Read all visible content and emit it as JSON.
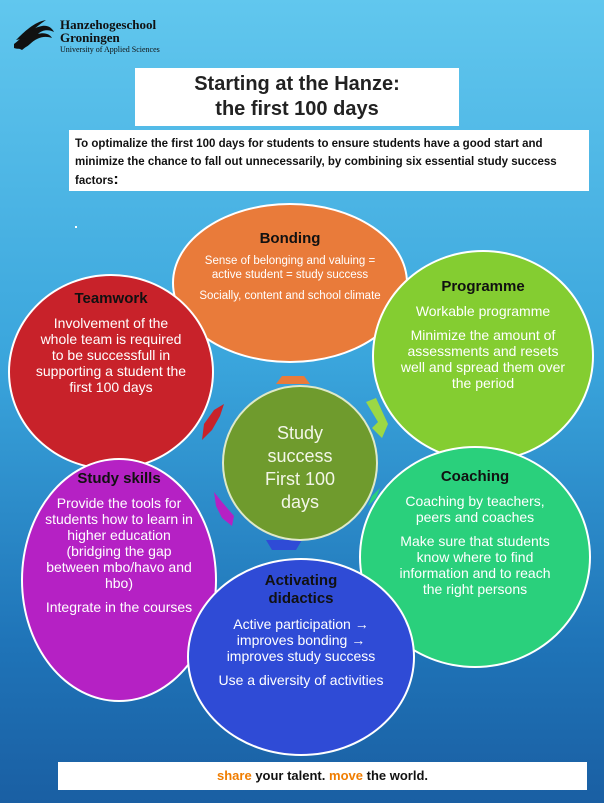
{
  "logo": {
    "line1": "Hanzehogeschool",
    "line2": "Groningen",
    "line3": "University of Applied Sciences"
  },
  "title": {
    "line1": "Starting at the Hanze:",
    "line2": "the first 100 days"
  },
  "intro": {
    "text": "To optimalize the first 100 days for students to ensure students have a good start and minimize the chance to fall out unnecessarily, by combining six essential study success factors",
    "colon": ":"
  },
  "center": {
    "line1": "Study",
    "line2": "success",
    "line3": "First 100",
    "line4": "days"
  },
  "factors": {
    "bonding": {
      "heading": "Bonding",
      "p1": "Sense of belonging and valuing = active student = study success",
      "p2": "Socially, content and school climate"
    },
    "programme": {
      "heading": "Programme",
      "p1": "Workable programme",
      "p2": "Minimize the amount of assessments and resets well and spread them over the period"
    },
    "teamwork": {
      "heading": "Teamwork",
      "p1": "Involvement of the whole team is required to be successfull in supporting a student the first 100 days"
    },
    "coaching": {
      "heading": "Coaching",
      "p1": "Coaching by teachers, peers and coaches",
      "p2": "Make sure that students know where to find information and to reach the right persons"
    },
    "study_skills": {
      "heading": "Study skills",
      "p1": "Provide the tools for students how to learn in higher education (bridging the gap between mbo/havo and hbo)",
      "p2": "Integrate in the courses"
    },
    "activating_didactics": {
      "heading_line1": "Activating",
      "heading_line2": "didactics",
      "p1": "Active participation → improves bonding → improves study success",
      "p2": "Use a diversity of activities"
    }
  },
  "colors": {
    "bonding": "#e97b3a",
    "programme": "#84cd31",
    "teamwork": "#c8222a",
    "coaching": "#2ad07c",
    "study_skills": "#b521c4",
    "activating_didactics": "#2f4bd6",
    "center": "#6f9b2d",
    "tagline_accent": "#f07d00"
  },
  "tagline": {
    "w1": "share",
    "w2": "your talent.",
    "w3": "move",
    "w4": "the world."
  }
}
